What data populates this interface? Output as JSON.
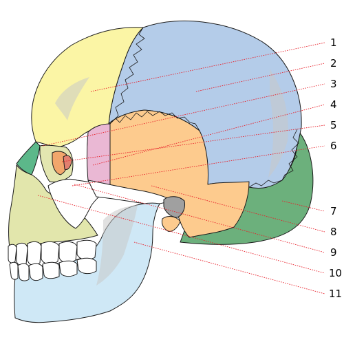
{
  "labels": [
    "1",
    "2",
    "3",
    "4",
    "5",
    "6",
    "7",
    "8",
    "9",
    "10",
    "11"
  ],
  "colors": {
    "frontal": "#fbf5a5",
    "parietal": "#b4cce9",
    "temporal": "#fdcb8e",
    "sphenoid": "#eab8d4",
    "occipital": "#6cb07c",
    "nasal": "#5cb88a",
    "lacrimal": "#f2a66c",
    "ethmoid": "#e27f6f",
    "zygomatic": "#ffffff",
    "maxilla": "#e2e6ac",
    "mandible": "#cfe8f6",
    "teeth": "#ffffff",
    "shadow": "#c8c8c8",
    "leader": "#e8202a"
  }
}
